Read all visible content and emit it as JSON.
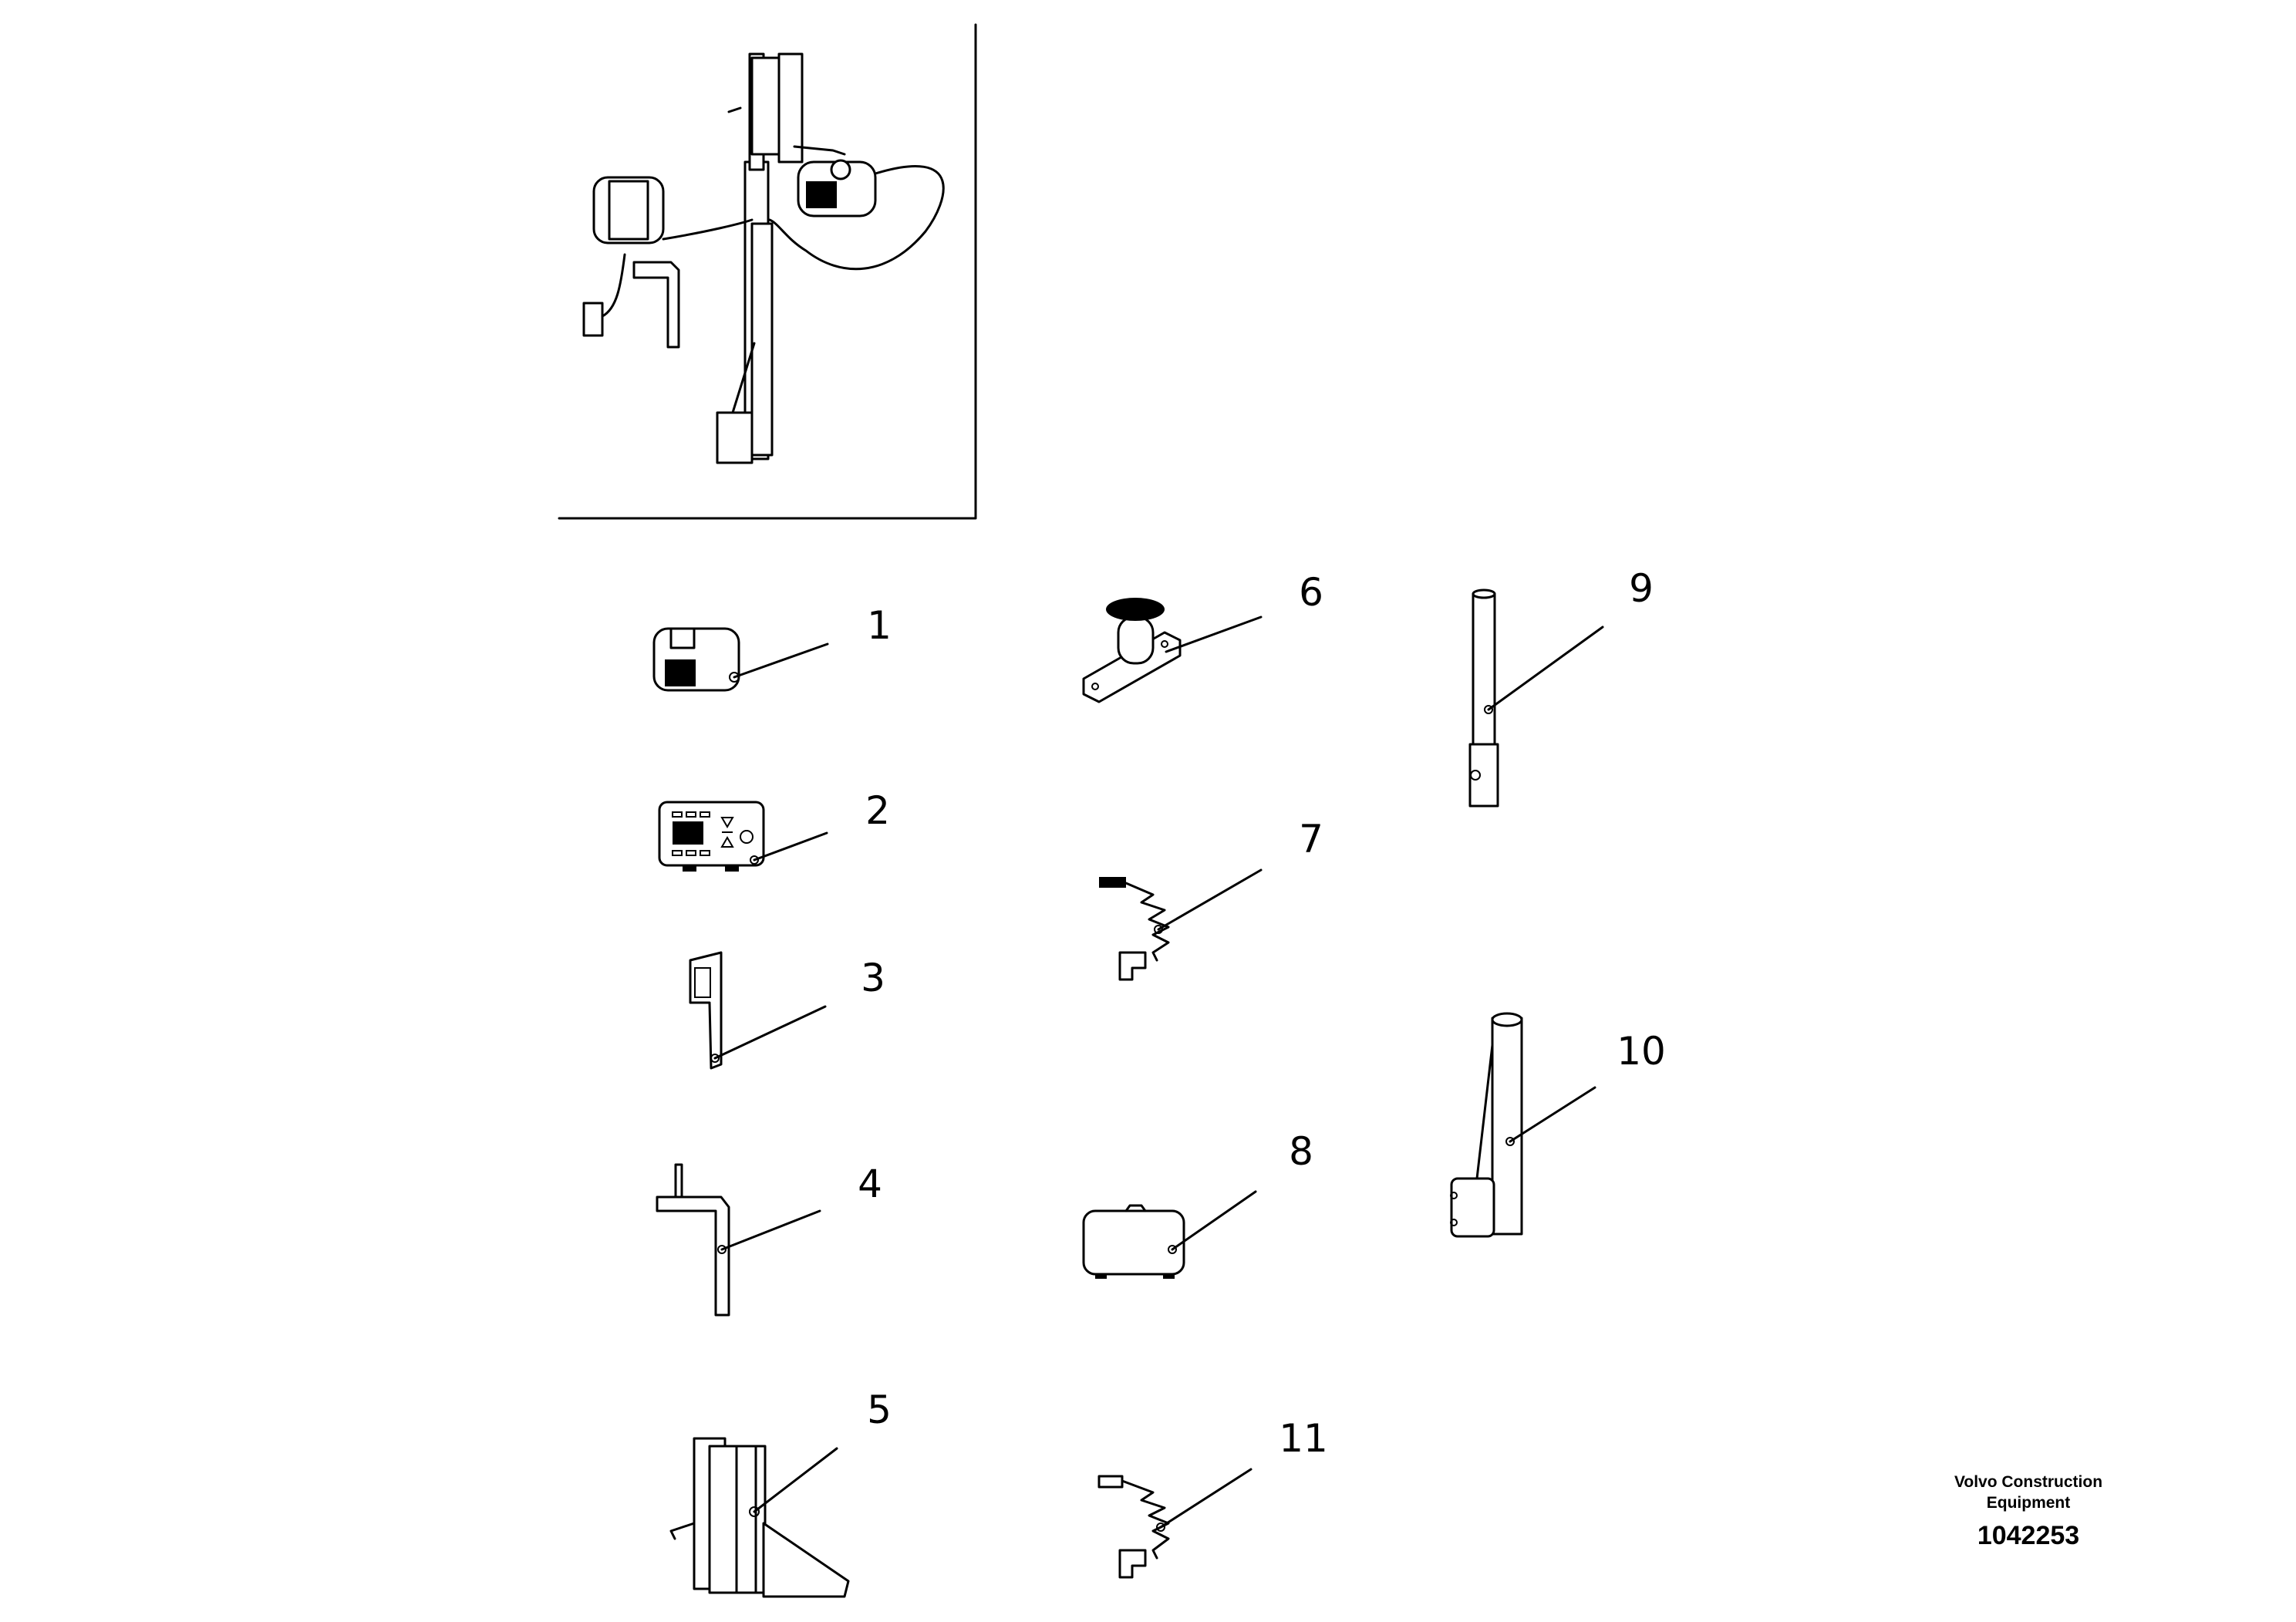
{
  "callouts": [
    "1",
    "2",
    "3",
    "4",
    "5",
    "6",
    "7",
    "8",
    "9",
    "10",
    "11"
  ],
  "brand": {
    "line1": "Volvo Construction",
    "line2": "Equipment",
    "code": "1042253"
  }
}
